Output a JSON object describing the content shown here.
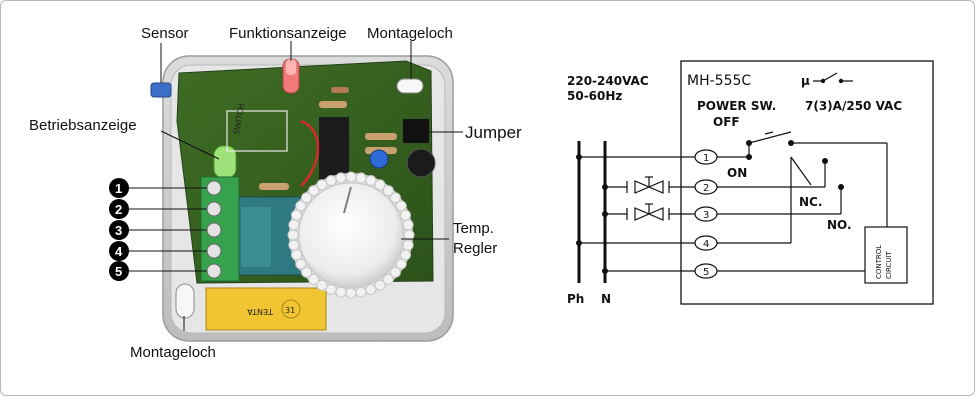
{
  "photo": {
    "labels": {
      "sensor": "Sensor",
      "function_indicator": "Funktionsanzeige",
      "mount_hole_top": "Montageloch",
      "operating_indicator": "Betriebsanzeige",
      "jumper": "Jumper",
      "temp_line1": "Temp.",
      "temp_line2": "Regler",
      "mount_hole_bottom": "Montageloch"
    },
    "terminal_numbers": [
      "1",
      "2",
      "3",
      "4",
      "5"
    ],
    "pcb_text": {
      "switch": "SWITCH",
      "tenta": "TENTA",
      "badge": "31"
    }
  },
  "schematic": {
    "supply_voltage": "220-240VAC",
    "supply_freq": "50-60Hz",
    "model": "MH-555C",
    "micro_symbol": "μ",
    "power_switch": "POWER SW.",
    "rating": "7(3)A/250 VAC",
    "off": "OFF",
    "on": "ON",
    "nc": "NC.",
    "no": "NO.",
    "control_line1": "CONTROL",
    "control_line2": "CIRCUIT",
    "terminals": [
      "1",
      "2",
      "3",
      "4",
      "5"
    ],
    "ph": "Ph",
    "n": "N"
  }
}
